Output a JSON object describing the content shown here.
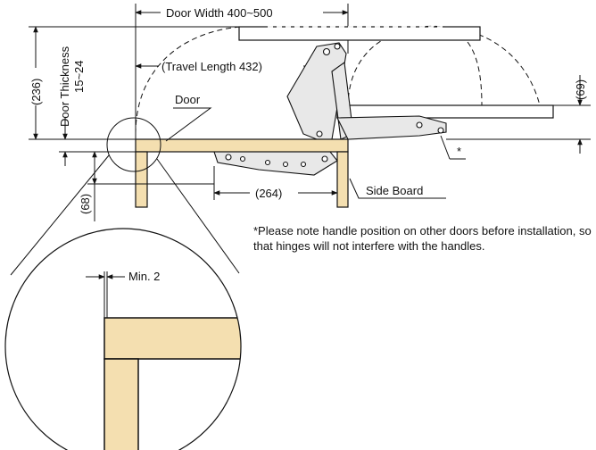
{
  "dimensions": {
    "door_width": "Door Width 400~500",
    "travel_length": "(Travel Length 432)",
    "height_236": "(236)",
    "door_thickness_title": "Door Thickness",
    "door_thickness_range": "15~24",
    "height_69": "(69)",
    "height_68": "(68)",
    "width_264": "(264)",
    "min_gap": "Min. 2"
  },
  "labels": {
    "door": "Door",
    "side_board": "Side Board",
    "asterisk": "*"
  },
  "note": "*Please note handle position on other doors before installation, so that hinges will not interfere with the handles.",
  "colors": {
    "wood": "#f4dfb0",
    "line": "#111111",
    "hinge": "#e8e8e8"
  }
}
